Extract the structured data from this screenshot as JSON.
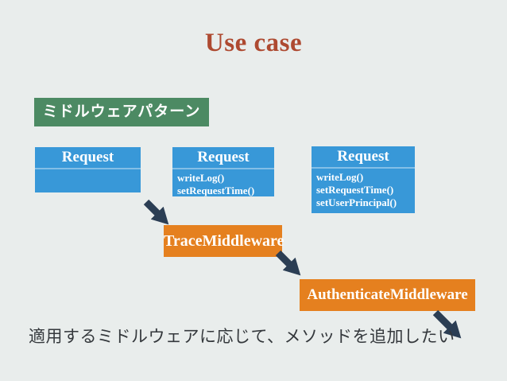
{
  "title": "Use case",
  "pattern_label": "ミドルウェアパターン",
  "request_boxes": [
    {
      "title": "Request",
      "methods": []
    },
    {
      "title": "Request",
      "methods": [
        "writeLog()",
        "setRequestTime()"
      ]
    },
    {
      "title": "Request",
      "methods": [
        "writeLog()",
        "setRequestTime()",
        "setUserPrincipal()"
      ]
    }
  ],
  "middleware_boxes": [
    {
      "label": "TraceMiddleware"
    },
    {
      "label": "AuthenticateMiddleware"
    }
  ],
  "caption": "適用するミドルウェアに応じて、メソッドを追加したい",
  "colors": {
    "background": "#e9edec",
    "title": "#ae4a31",
    "pattern_label_bg": "#4c8a63",
    "request_box_bg": "#3898d8",
    "middleware_box_bg": "#e5801f",
    "arrow": "#2b3e54",
    "caption_text": "#34383c"
  }
}
